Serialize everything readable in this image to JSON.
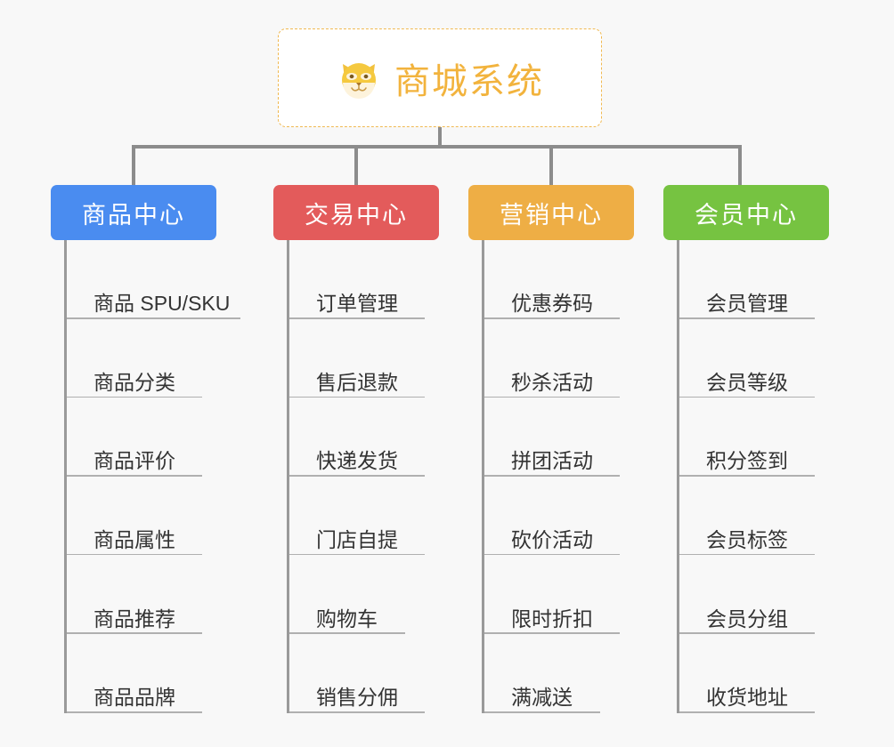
{
  "page": {
    "background_color": "#f8f8f8",
    "connector_color": "#8c8c8c"
  },
  "root": {
    "title": "商城系统",
    "icon": "shiba-dog-face-icon",
    "emoji": "🐕",
    "text_color": "#f2b33d",
    "border_color": "#f0b952",
    "background_color": "#ffffff"
  },
  "columns": [
    {
      "label": "商品中心",
      "color": "#4a8cf0",
      "items": [
        {
          "label": "商品 SPU/SKU",
          "underline_width": 195
        },
        {
          "label": "商品分类",
          "underline_width": 152
        },
        {
          "label": "商品评价",
          "underline_width": 152
        },
        {
          "label": "商品属性",
          "underline_width": 152
        },
        {
          "label": "商品推荐",
          "underline_width": 152
        },
        {
          "label": "商品品牌",
          "underline_width": 152
        }
      ]
    },
    {
      "label": "交易中心",
      "color": "#e35b5b",
      "items": [
        {
          "label": "订单管理",
          "underline_width": 152
        },
        {
          "label": "售后退款",
          "underline_width": 152
        },
        {
          "label": "快递发货",
          "underline_width": 152
        },
        {
          "label": "门店自提",
          "underline_width": 152
        },
        {
          "label": "购物车",
          "underline_width": 130
        },
        {
          "label": "销售分佣",
          "underline_width": 152
        }
      ]
    },
    {
      "label": "营销中心",
      "color": "#eeae45",
      "items": [
        {
          "label": "优惠券码",
          "underline_width": 152
        },
        {
          "label": "秒杀活动",
          "underline_width": 152
        },
        {
          "label": "拼团活动",
          "underline_width": 152
        },
        {
          "label": "砍价活动",
          "underline_width": 152
        },
        {
          "label": "限时折扣",
          "underline_width": 152
        },
        {
          "label": "满减送",
          "underline_width": 130
        }
      ]
    },
    {
      "label": "会员中心",
      "color": "#76c341",
      "items": [
        {
          "label": "会员管理",
          "underline_width": 152
        },
        {
          "label": "会员等级",
          "underline_width": 152
        },
        {
          "label": "积分签到",
          "underline_width": 152
        },
        {
          "label": "会员标签",
          "underline_width": 152
        },
        {
          "label": "会员分组",
          "underline_width": 152
        },
        {
          "label": "收货地址",
          "underline_width": 152
        }
      ]
    }
  ]
}
